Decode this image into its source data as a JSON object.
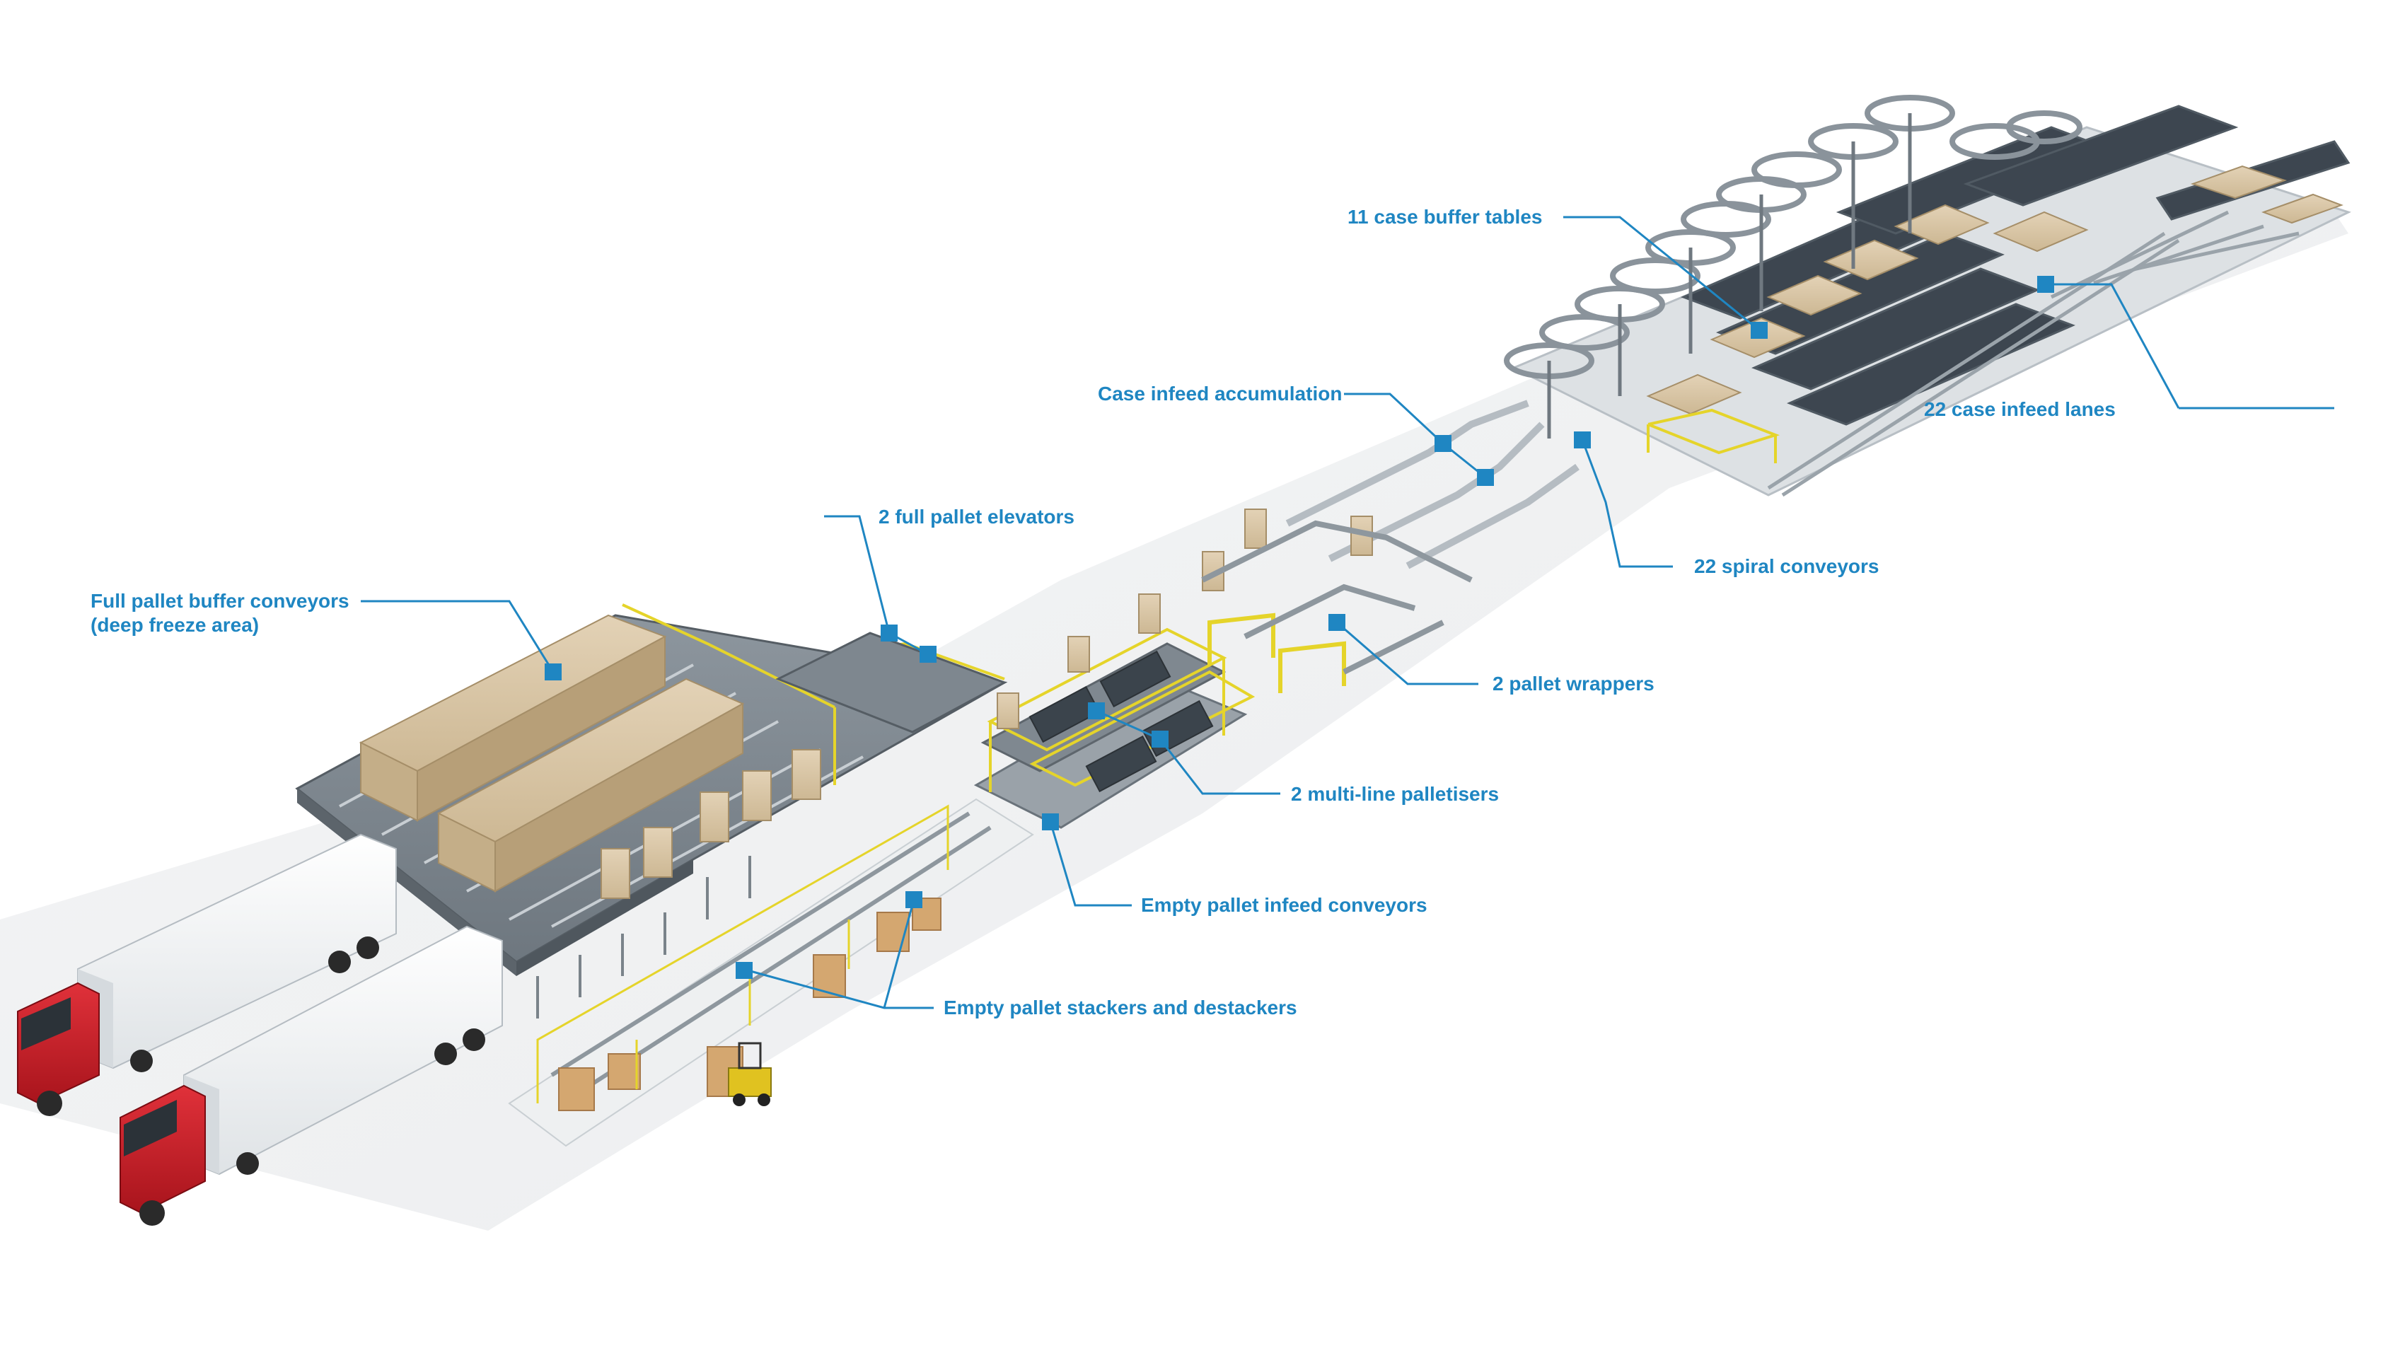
{
  "accent_color": "#1f86c2",
  "labels": {
    "case_buffer_tables": "11 case buffer tables",
    "case_infeed_accumulation": "Case infeed accumulation",
    "case_infeed_lanes": "22 case infeed lanes",
    "spiral_conveyors": "22 spiral conveyors",
    "full_pallet_elevators": "2 full pallet elevators",
    "full_pallet_buffer_line1": "Full pallet buffer conveyors",
    "full_pallet_buffer_line2": "(deep freeze area)",
    "pallet_wrappers": "2 pallet wrappers",
    "multi_line_palletisers": "2 multi-line palletisers",
    "empty_pallet_infeed": "Empty pallet infeed conveyors",
    "empty_pallet_stackers": "Empty pallet stackers and destackers"
  },
  "icons": {
    "marker": "square-marker",
    "truck": "truck-icon",
    "forklift": "forklift-icon"
  }
}
